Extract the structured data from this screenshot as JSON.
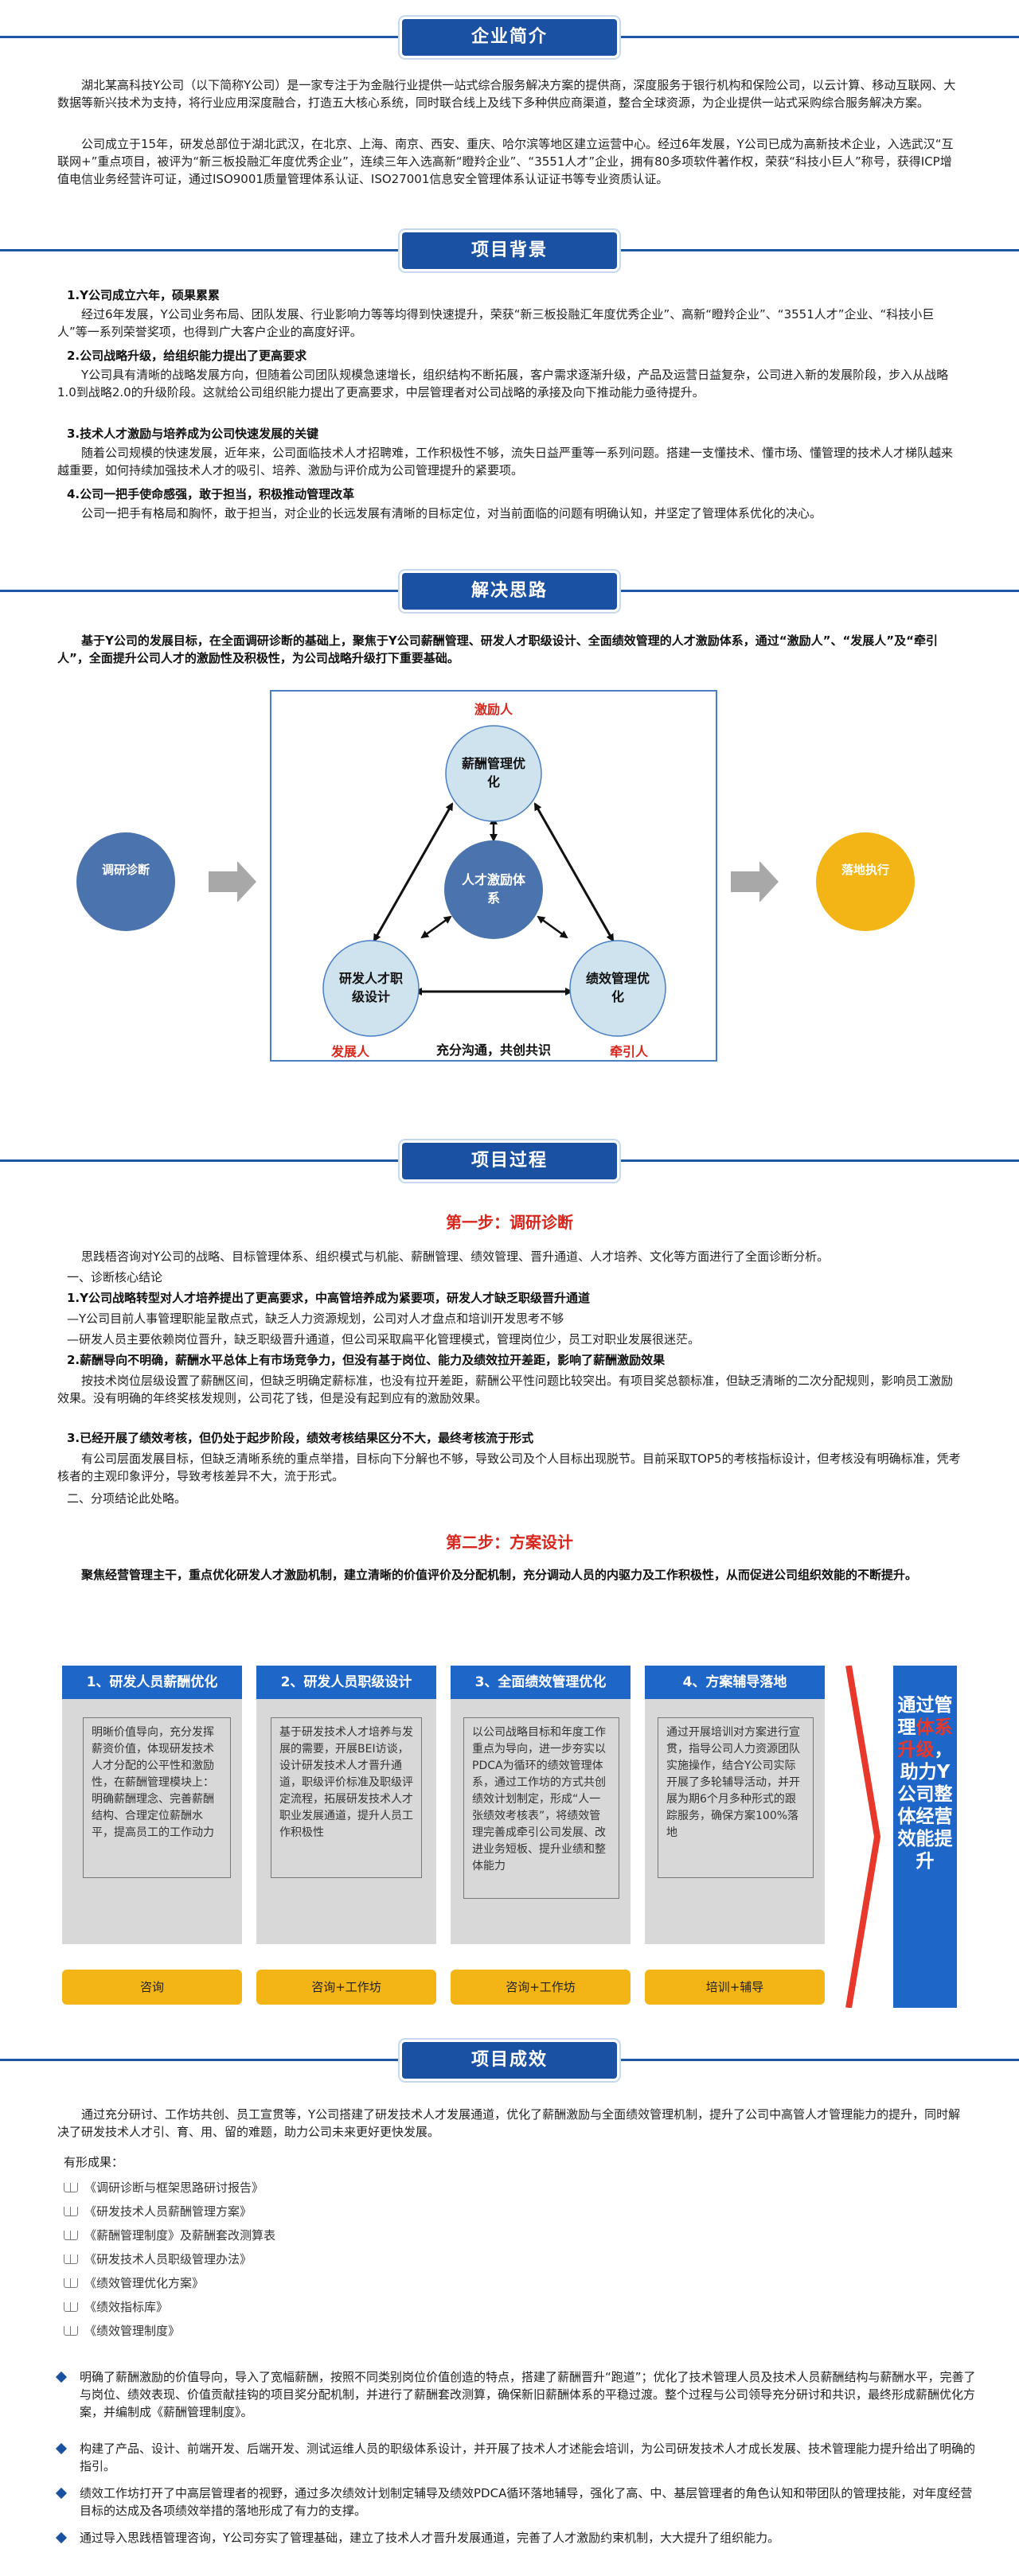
{
  "sections": {
    "intro": "企业简介",
    "background": "项目背景",
    "solution": "解决思路",
    "process": "项目过程",
    "result": "项目成效"
  },
  "intro": {
    "p1": "湖北某高科技Y公司（以下简称Y公司）是一家专注于为金融行业提供一站式综合服务解决方案的提供商，深度服务于银行机构和保险公司，以云计算、移动互联网、大数据等新兴技术为支持，将行业应用深度融合，打造五大核心系统，同时联合线上及线下多种供应商渠道，整合全球资源，为企业提供一站式采购综合服务解决方案。",
    "p2": "公司成立于15年，研发总部位于湖北武汉，在北京、上海、南京、西安、重庆、哈尔滨等地区建立运营中心。经过6年发展，Y公司已成为高新技术企业，入选武汉“互联网+”重点项目，被评为“新三板投融汇年度优秀企业”，连续三年入选高新“瞪羚企业”、“3551人才”企业，拥有80多项软件著作权，荣获“科技小巨人”称号，获得ICP增值电信业务经营许可证，通过ISO9001质量管理体系认证、ISO27001信息安全管理体系认证证书等专业资质认证。"
  },
  "background": {
    "h1": "1.Y公司成立六年，硕果累累",
    "t1": "经过6年发展，Y公司业务布局、团队发展、行业影响力等等均得到快速提升，荣获“新三板投融汇年度优秀企业”、高新“瞪羚企业”、“3551人才”企业、“科技小巨人”等一系列荣誉奖项，也得到广大客户企业的高度好评。",
    "h2": "2.公司战略升级，给组织能力提出了更高要求",
    "t2": "Y公司具有清晰的战略发展方向，但随着公司团队规模急速增长，组织结构不断拓展，客户需求逐渐升级，产品及运营日益复杂，公司进入新的发展阶段，步入从战略1.0到战略2.0的升级阶段。这就给公司组织能力提出了更高要求，中层管理者对公司战略的承接及向下推动能力亟待提升。",
    "h3": "3.技术人才激励与培养成为公司快速发展的关键",
    "t3": "随着公司规模的快速发展，近年来，公司面临技术人才招聘难，工作积极性不够，流失日益严重等一系列问题。搭建一支懂技术、懂市场、懂管理的技术人才梯队越来越重要，如何持续加强技术人才的吸引、培养、激励与评价成为公司管理提升的紧要项。",
    "h4": "4.公司一把手使命感强，敢于担当，积极推动管理改革",
    "t4": "公司一把手有格局和胸怀，敢于担当，对企业的长远发展有清晰的目标定位，对当前面临的问题有明确认知，并坚定了管理体系优化的决心。"
  },
  "solution": {
    "intro": "基于Y公司的发展目标，在全面调研诊断的基础上，聚焦于Y公司薪酬管理、研发人才职级设计、全面绩效管理的人才激励体系，通过“激励人”、“发展人”及“牵引人”，全面提升公司人才的激励性及积极性，为公司战略升级打下重要基础。",
    "left": "调研诊断",
    "right": "落地执行",
    "center": "人才激励体系",
    "top_node": "薪酬管理优化",
    "top_label": "激励人",
    "bl_node": "研发人才职级设计",
    "bl_label": "发展人",
    "br_node": "绩效管理优化",
    "br_label": "牵引人",
    "bottom": "充分沟通，共创共识"
  },
  "process": {
    "step1": "第一步：调研诊断",
    "s1_intro": "思践梧咨询对Y公司的战略、目标管理体系、组织模式与机能、薪酬管理、绩效管理、晋升通道、人才培养、文化等方面进行了全面诊断分析。",
    "s1_sub": "一、诊断核心结论",
    "c1": "1.Y公司战略转型对人才培养提出了更高要求，中高管培养成为紧要项，研发人才缺乏职级晋升通道",
    "c1a": "—Y公司目前人事管理职能呈散点式，缺乏人力资源规划，公司对人才盘点和培训开发思考不够",
    "c1b": "—研发人员主要依赖岗位晋升，缺乏职级晋升通道，但公司采取扁平化管理模式，管理岗位少，员工对职业发展很迷茫。",
    "c2": "2.薪酬导向不明确，薪酬水平总体上有市场竞争力，但没有基于岗位、能力及绩效拉开差距，影响了薪酬激励效果",
    "c2a": "按技术岗位层级设置了薪酬区间，但缺乏明确定薪标准，也没有拉开差距，薪酬公平性问题比较突出。有项目奖总额标准，但缺乏清晰的二次分配规则，影响员工激励效果。没有明确的年终奖核发规则，公司花了钱，但是没有起到应有的激励效果。",
    "c3": "3.已经开展了绩效考核，但仍处于起步阶段，绩效考核结果区分不大，最终考核流于形式",
    "c3a": "有公司层面发展目标，但缺乏清晰系统的重点举措，目标向下分解也不够，导致公司及个人目标出现脱节。目前采取TOP5的考核指标设计，但考核没有明确标准，凭考核者的主观印象评分，导致考核差异不大，流于形式。",
    "s1_sub2": "二、分项结论此处略。",
    "step2": "第二步：方案设计",
    "s2_intro": "聚焦经营管理主干，重点优化研发人才激励机制，建立清晰的价值评价及分配机制，充分调动人员的内驱力及工作积极性，从而促进公司组织效能的不断提升。",
    "cols": [
      {
        "head": "1、研发人员薪酬优化",
        "body": "明晰价值导向，充分发挥薪资价值，体现研发技术人才分配的公平性和激励性，在薪酬管理模块上：明确薪酬理念、完善薪酬结构、合理定位薪酬水平，提高员工的工作动力",
        "foot": "咨询"
      },
      {
        "head": "2、研发人员职级设计",
        "body": "基于研发技术人才培养与发展的需要，开展BEI访谈，设计研发技术人才晋升通道，职级评价标准及职级评定流程，拓展研发技术人才职业发展通道，提升人员工作积极性",
        "foot": "咨询+工作坊"
      },
      {
        "head": "3、全面绩效管理优化",
        "body": "以公司战略目标和年度工作重点为导向，进一步夯实以PDCA为循环的绩效管理体系，通过工作坊的方式共创绩效计划制定，形成“人一张绩效考核表”，将绩效管理完善成牵引公司发展、改进业务短板、提升业绩和整体能力",
        "foot": "咨询+工作坊"
      },
      {
        "head": "4、方案辅导落地",
        "body": "通过开展培训对方案进行宣贯，指导公司人力资源团队实施操作，结合Y公司实际开展了多轮辅导活动，并开展为期6个月多种形式的跟踪服务，确保方案100%落地",
        "foot": "培训+辅导"
      }
    ],
    "side_a": "通过管理",
    "side_b": "体系升级",
    "side_c": "，助力Y公司整体经营效能提升"
  },
  "result": {
    "intro": "通过充分研讨、工作坊共创、员工宣贯等，Y公司搭建了研发技术人才发展通道，优化了薪酬激励与全面绩效管理机制，提升了公司中高管人才管理能力的提升，同时解决了研发技术人才引、育、用、留的难题，助力公司未来更好更快发展。",
    "list_title": "有形成果：",
    "items": [
      "《调研诊断与框架思路研讨报告》",
      "《研发技术人员薪酬管理方案》",
      "《薪酬管理制度》及薪酬套改测算表",
      "《研发技术人员职级管理办法》",
      "《绩效管理优化方案》",
      "《绩效指标库》",
      "《绩效管理制度》"
    ],
    "bullets": [
      "明确了薪酬激励的价值导向，导入了宽幅薪酬，按照不同类别岗位价值创造的特点，搭建了薪酬晋升“跑道”；优化了技术管理人员及技术人员薪酬结构与薪酬水平，完善了与岗位、绩效表现、价值贡献挂钩的项目奖分配机制，并进行了薪酬套改测算，确保新旧薪酬体系的平稳过渡。整个过程与公司领导充分研讨和共识，最终形成薪酬优化方案，并编制成《薪酬管理制度》。",
      "构建了产品、设计、前端开发、后端开发、测试运维人员的职级体系设计，并开展了技术人才述能会培训，为公司研发技术人才成长发展、技术管理能力提升给出了明确的指引。",
      "绩效工作坊打开了中高层管理者的视野，通过多次绩效计划制定辅导及绩效PDCA循环落地辅导，强化了高、中、基层管理者的角色认知和带团队的管理技能，对年度经营目标的达成及各项绩效举措的落地形成了有力的支撑。",
      "通过导入思践梧管理咨询，Y公司夯实了管理基础，建立了技术人才晋升发展通道，完善了人才激励约束机制，大大提升了组织能力。"
    ]
  }
}
